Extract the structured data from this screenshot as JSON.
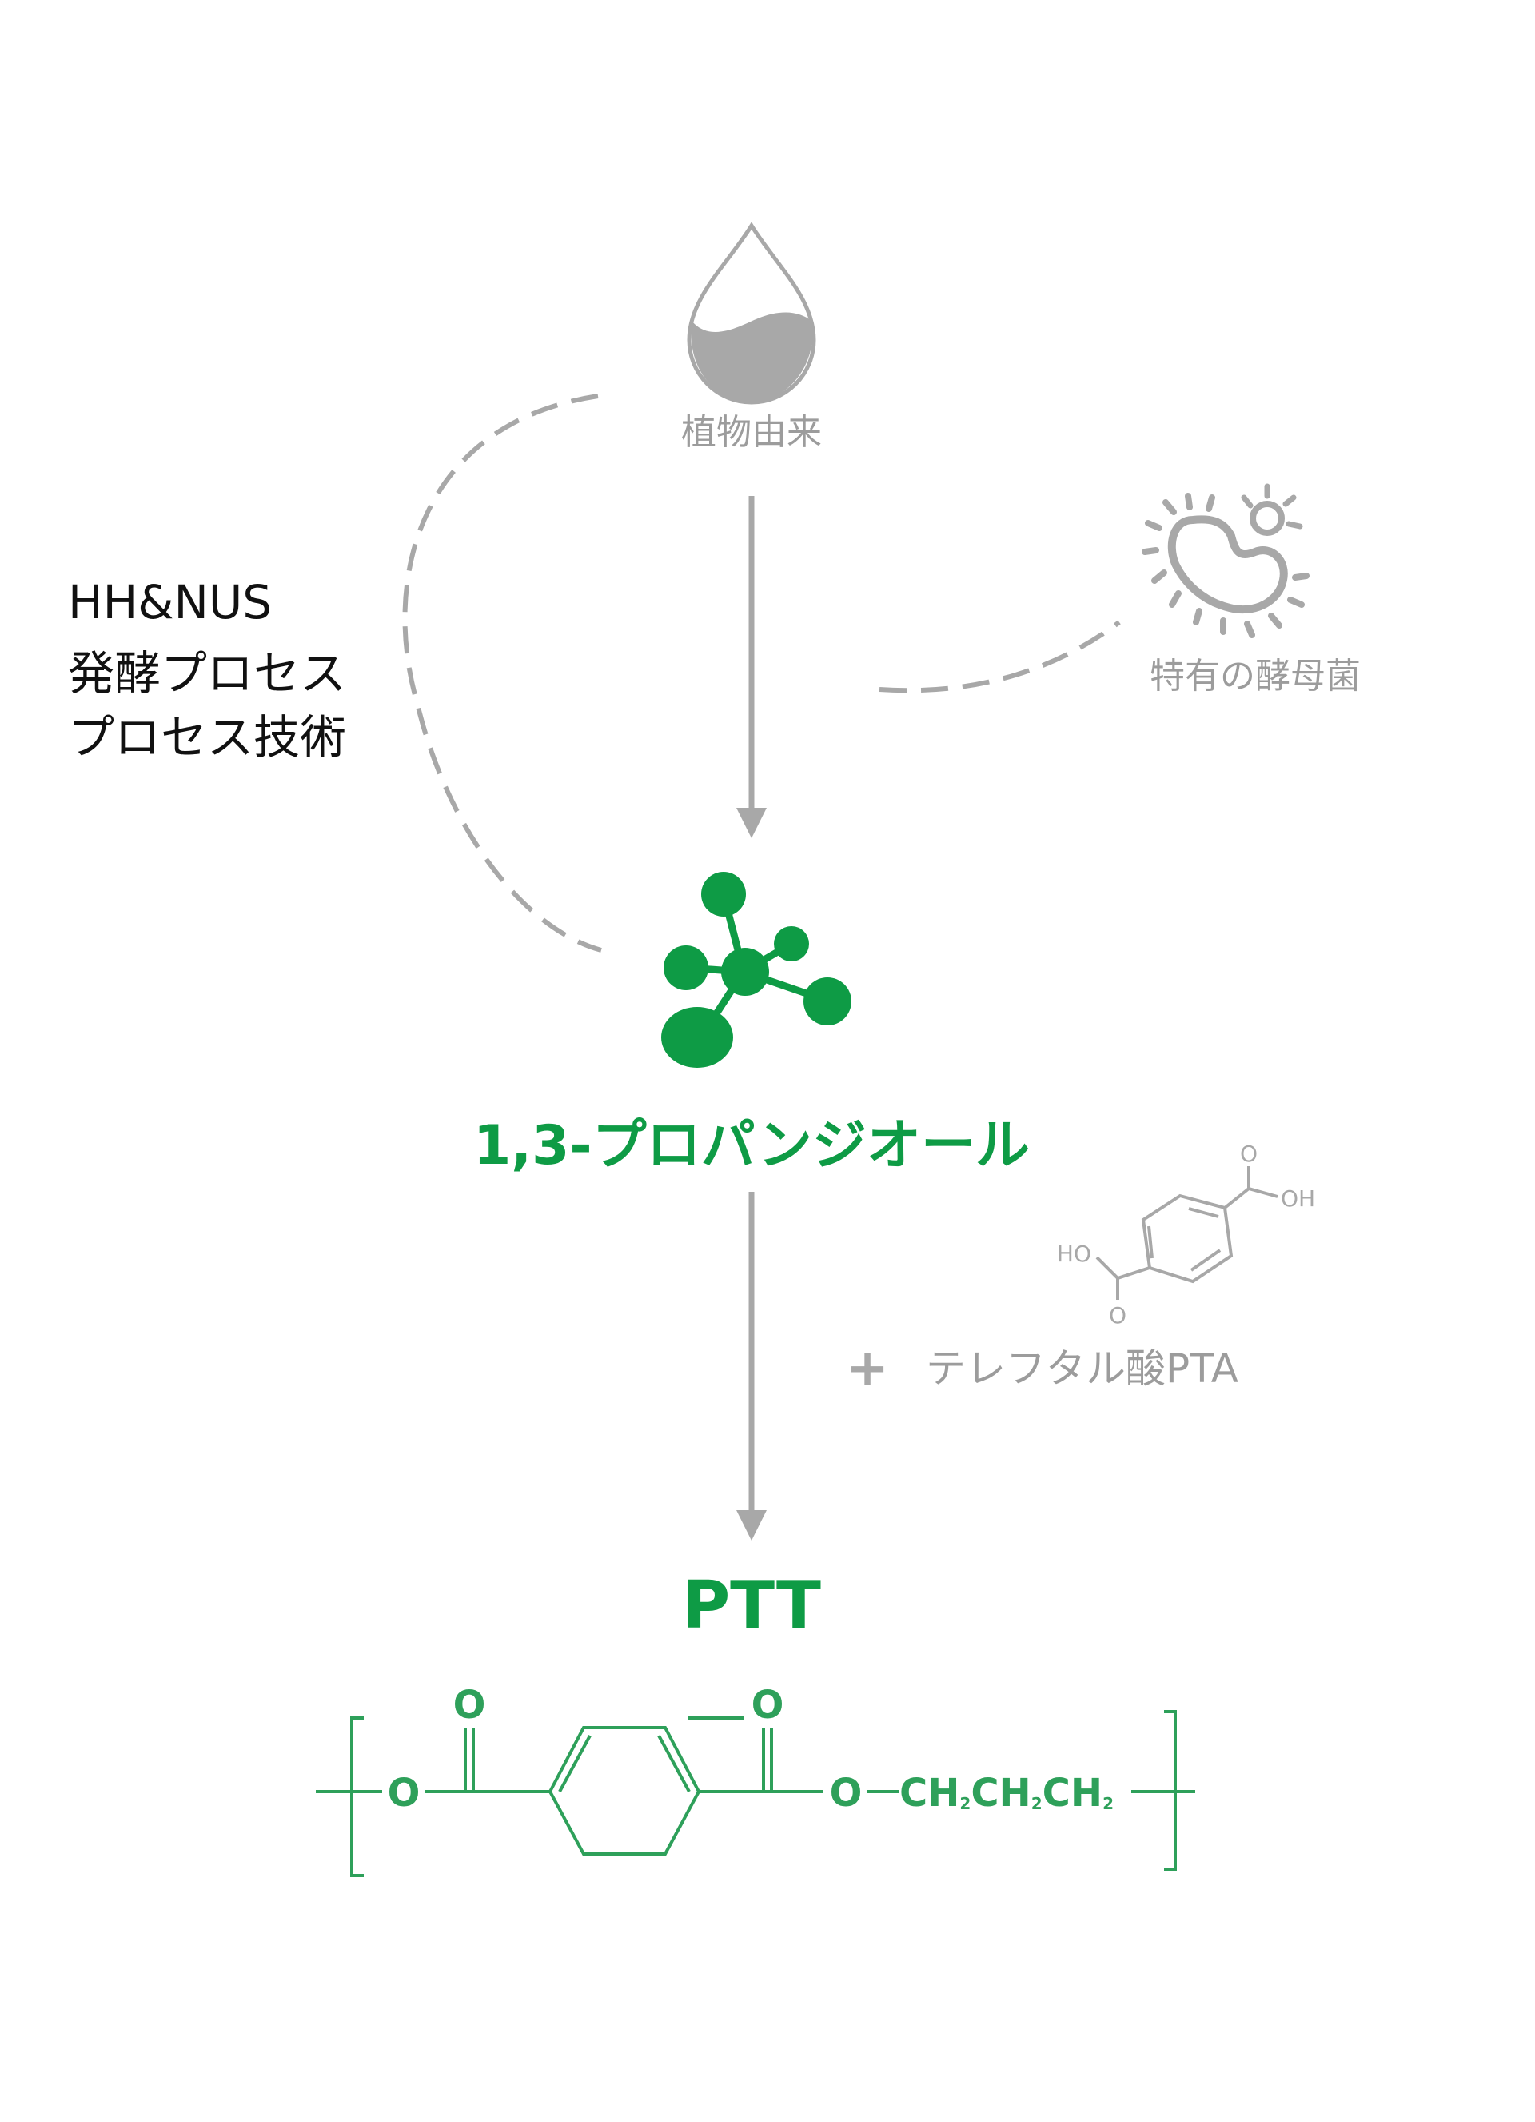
{
  "colors": {
    "gray": "#A8A8A8",
    "gray_text": "#9C9C9C",
    "green": "#0E9B45",
    "green_line": "#2EA05A",
    "black": "#111111"
  },
  "source": {
    "label": "植物由来",
    "icon": "droplet-icon"
  },
  "yeast": {
    "label": "特有の酵母菌",
    "icon": "microbe-icon"
  },
  "process": {
    "lines": [
      "HH&NUS",
      "発酵プロセス",
      "プロセス技術"
    ]
  },
  "intermediate": {
    "label": "1,3-プロパンジオール",
    "icon": "molecule-icon"
  },
  "additive": {
    "plus": "+",
    "label": "テレフタル酸PTA",
    "icon": "pta-structure-icon"
  },
  "pta_structure": {
    "o_top": "O",
    "oh_right": "OH",
    "ho_left": "HO",
    "o_bottom": "O"
  },
  "product": {
    "label": "PTT",
    "formula": {
      "o_left": "O",
      "o_top_left": "O",
      "o_top_right": "O",
      "o_right": "O",
      "chain": [
        {
          "group": "CH",
          "sub": "2"
        },
        {
          "group": "CH",
          "sub": "2"
        },
        {
          "group": "CH",
          "sub": "2"
        }
      ]
    }
  }
}
